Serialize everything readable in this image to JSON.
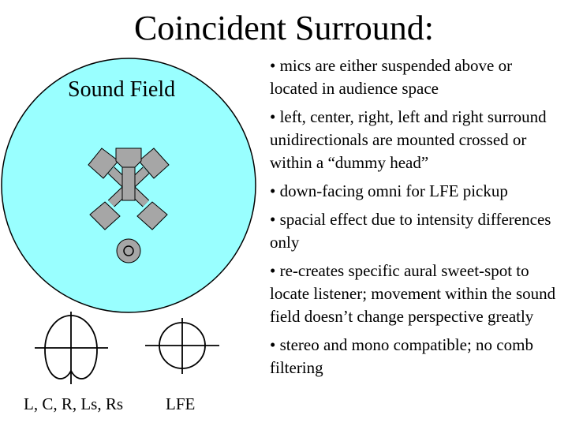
{
  "slide": {
    "title": "Coincident Surround:",
    "sound_field_label": "Sound Field",
    "bullets": [
      "• mics are either suspended above or located in audience space",
      "• left, center, right, left and right surround unidirectionals are mounted crossed or within a “dummy head”",
      "• down-facing omni for LFE pickup",
      "• spacial effect due to intensity differences only",
      "• re-creates specific aural sweet-spot to locate listener; movement within the sound field doesn’t change perspective greatly",
      "• stereo and mono compatible; no comb filtering"
    ],
    "pattern_labels": {
      "cardioid": "L, C, R, Ls, Rs",
      "omni": "LFE"
    }
  },
  "colors": {
    "field_fill": "#99ffff",
    "mic_fill": "#a6a6a6",
    "stroke": "#000000"
  }
}
